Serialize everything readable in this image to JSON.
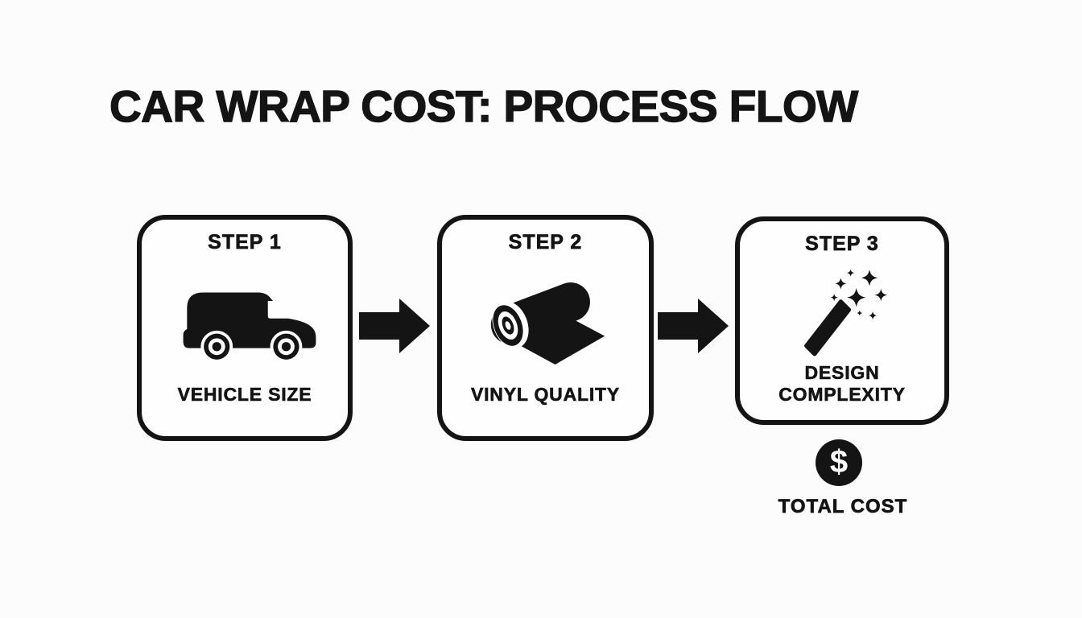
{
  "page": {
    "title": "CAR WRAP COST: PROCESS FLOW",
    "background_color": "#fcfcfc",
    "ink_color": "#141414"
  },
  "steps": [
    {
      "label": "STEP 1",
      "caption": "VEHICLE SIZE",
      "icon": "van-icon"
    },
    {
      "label": "STEP 2",
      "caption": "VINYL QUALITY",
      "icon": "vinyl-roll-icon"
    },
    {
      "label": "STEP 3",
      "caption": "DESIGN COMPLEXITY",
      "icon": "magic-wand-icon"
    }
  ],
  "connectors": [
    {
      "icon": "right-arrow-icon"
    },
    {
      "icon": "right-arrow-icon"
    }
  ],
  "result": {
    "icon": "dollar-icon",
    "symbol": "$",
    "label": "TOTAL COST"
  }
}
